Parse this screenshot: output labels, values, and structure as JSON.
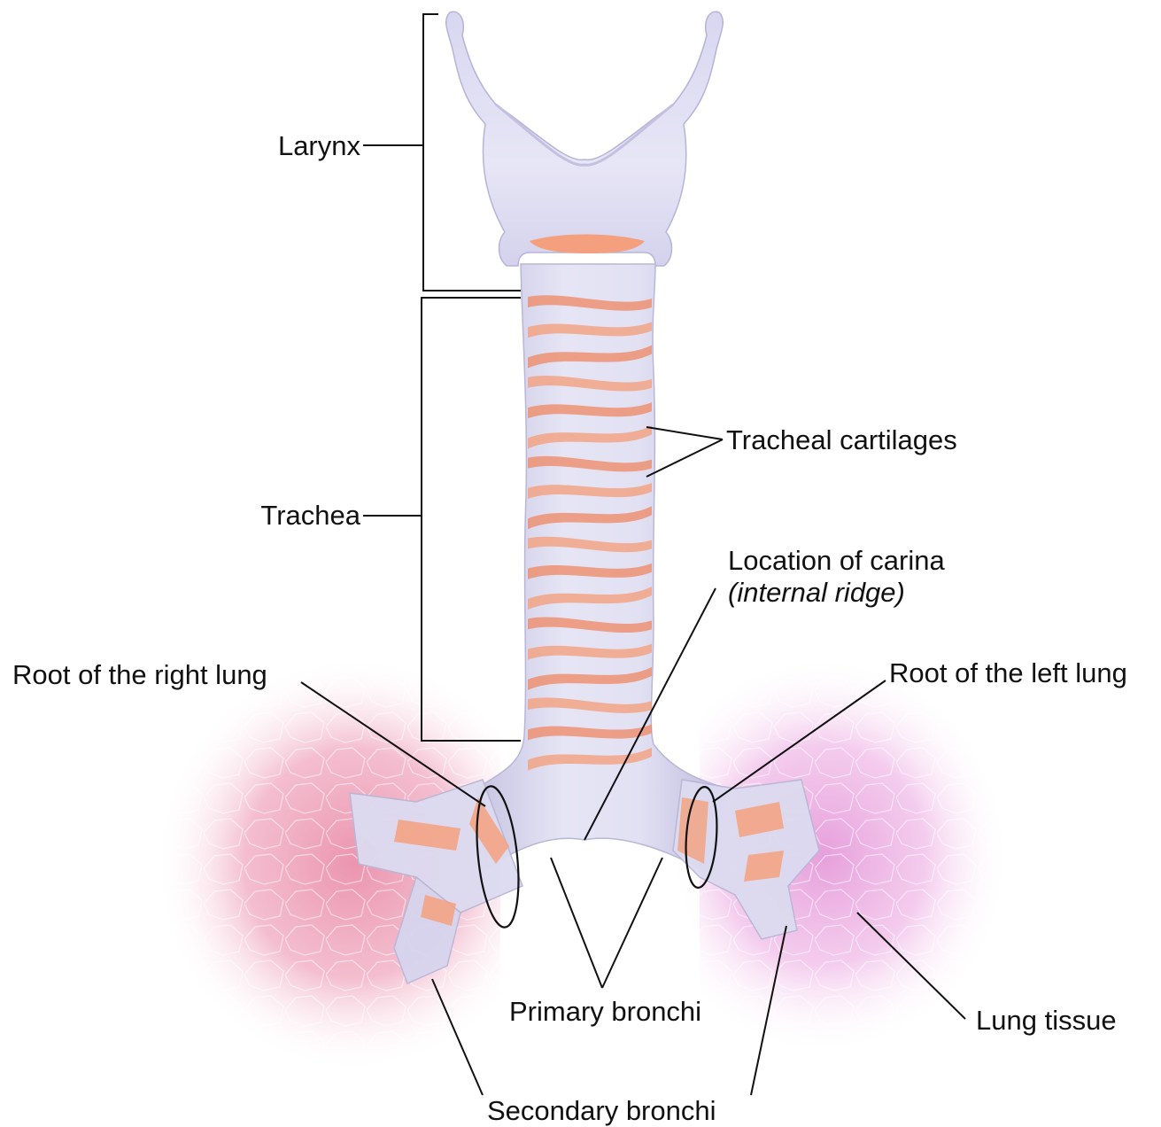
{
  "diagram": {
    "labels": {
      "larynx": "Larynx",
      "trachea": "Trachea",
      "tracheal_cartilages": "Tracheal cartilages",
      "carina_line1": "Location of carina",
      "carina_line2": "(internal ridge)",
      "root_right_lung": "Root of the right lung",
      "root_left_lung": "Root of the left lung",
      "primary_bronchi": "Primary bronchi",
      "secondary_bronchi": "Secondary bronchi",
      "lung_tissue": "Lung tissue"
    },
    "colors": {
      "cartilage": "#dcdbf0",
      "cartilage_shade": "#b9b6d6",
      "mucosa": "#f4a07e",
      "mucosa_deep": "#ee8c6a",
      "right_lung": "#ee9fb7",
      "left_lung": "#e8aede",
      "leader_lines": "#111111"
    }
  }
}
